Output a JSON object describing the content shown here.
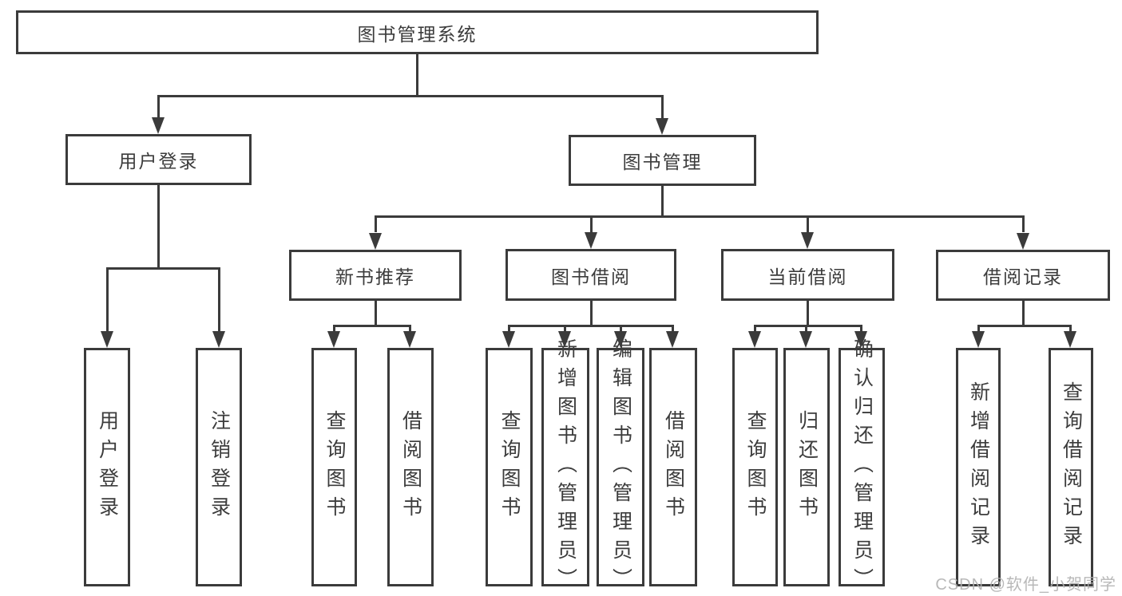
{
  "tree": {
    "root": {
      "label": "图书管理系统",
      "children": [
        {
          "label": "用户登录",
          "children": [
            {
              "label": "用户登录"
            },
            {
              "label": "注销登录"
            }
          ]
        },
        {
          "label": "图书管理",
          "children": [
            {
              "label": "新书推荐",
              "children": [
                {
                  "label": "查询图书"
                },
                {
                  "label": "借阅图书"
                }
              ]
            },
            {
              "label": "图书借阅",
              "children": [
                {
                  "label": "查询图书"
                },
                {
                  "label": "新增图书（管理员）"
                },
                {
                  "label": "编辑图书（管理员）"
                },
                {
                  "label": "借阅图书"
                }
              ]
            },
            {
              "label": "当前借阅",
              "children": [
                {
                  "label": "查询图书"
                },
                {
                  "label": "归还图书"
                },
                {
                  "label": "确认归还（管理员）"
                }
              ]
            },
            {
              "label": "借阅记录",
              "children": [
                {
                  "label": "新增借阅记录"
                },
                {
                  "label": "查询借阅记录"
                }
              ]
            }
          ]
        }
      ]
    }
  },
  "watermark": "CSDN @软件_小贺同学",
  "colors": {
    "line": "#3b3b3b",
    "text": "#3c3c3c",
    "box_background": "#ffffff",
    "page_background": "#ffffff",
    "watermark": "#b0b0b0"
  }
}
